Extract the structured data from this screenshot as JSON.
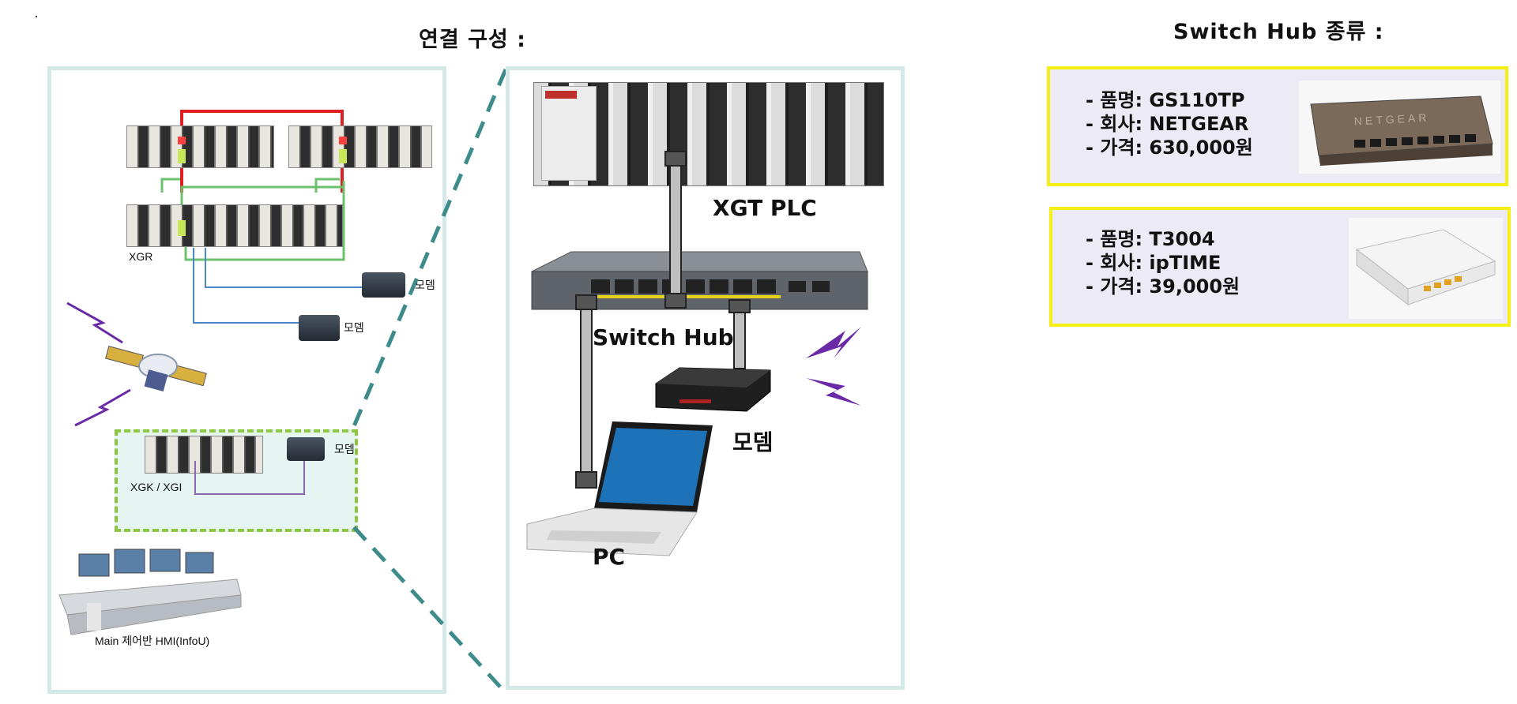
{
  "headings": {
    "connection": "연결 구성 :",
    "switch_types": "Switch Hub 종류 :"
  },
  "left_diagram": {
    "plc_label": "XGR",
    "modem_1": "모뎀",
    "modem_2": "모뎀",
    "modem_3": "모뎀",
    "remote_label": "XGK / XGI",
    "hmi_label": "Main 제어반 HMI(InfoU)"
  },
  "center_diagram": {
    "plc_label": "XGT PLC",
    "hub_label": "Switch Hub",
    "modem_label": "모뎀",
    "pc_label": "PC"
  },
  "products": [
    {
      "name": "- 품명: GS110TP",
      "company": "- 회사: NETGEAR",
      "price": "- 가격: 630,000원",
      "photo_brand": "NETGEAR"
    },
    {
      "name": "- 품명: T3004",
      "company": "- 회사: ipTIME",
      "price": "- 가격: 39,000원"
    }
  ],
  "colors": {
    "panel_border": "#d4e8e8",
    "highlight_border": "#f5ef16",
    "highlight_fill": "#ecebf5",
    "link_red": "#e02020",
    "link_green": "#6cc26c",
    "link_blue": "#4a86c8",
    "zoom_dash": "#3e8b8b",
    "wireless": "#6a2aa8"
  }
}
